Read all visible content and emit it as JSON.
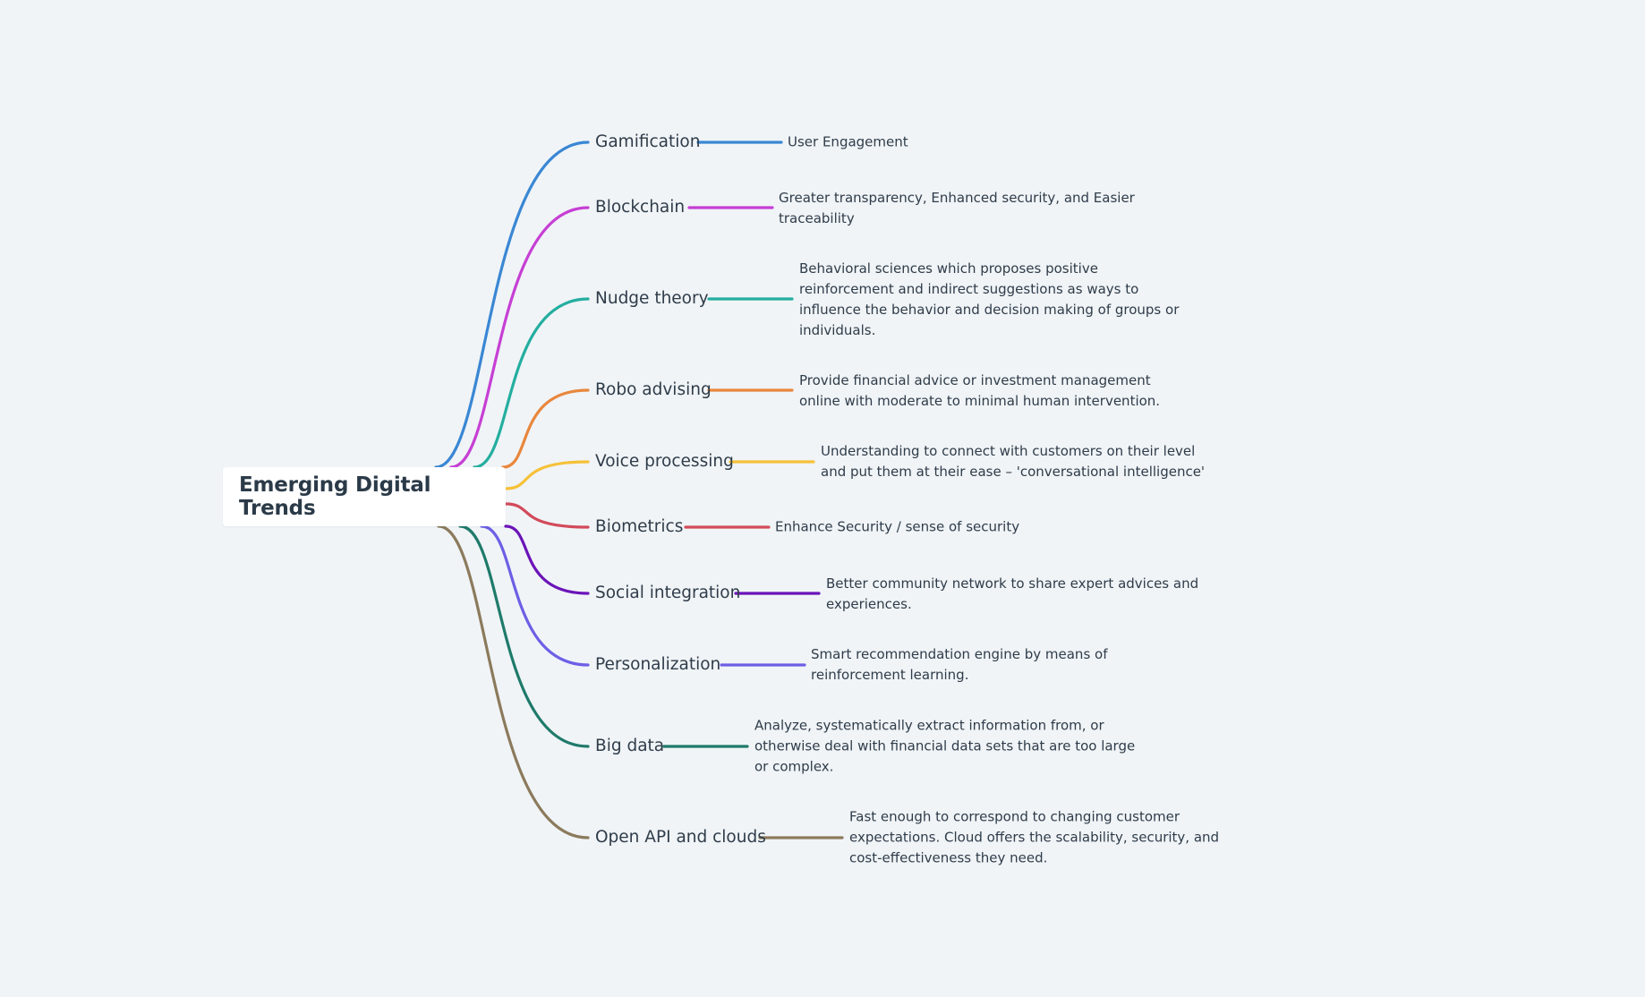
{
  "root": {
    "title": "Emerging Digital Trends"
  },
  "branches": [
    {
      "label": "Gamification",
      "color": "#3a87d4",
      "detail": "User Engagement"
    },
    {
      "label": "Blockchain",
      "color": "#c63fd4",
      "detail": "Greater transparency, Enhanced security, and Easier\ntraceability"
    },
    {
      "label": "Nudge theory",
      "color": "#24ae9f",
      "detail": "Behavioral sciences which proposes positive\nreinforcement and indirect suggestions as ways to\ninfluence the behavior and decision making of groups or\nindividuals."
    },
    {
      "label": "Robo advising",
      "color": "#e8873d",
      "detail": "Provide financial advice or investment management\nonline with moderate to minimal human intervention."
    },
    {
      "label": "Voice processing",
      "color": "#f6c138",
      "detail": "Understanding to connect with customers on their level\nand put them at their ease – 'conversational intelligence'"
    },
    {
      "label": "Biometrics",
      "color": "#d24a5a",
      "detail": "Enhance Security / sense of security"
    },
    {
      "label": "Social integration",
      "color": "#6b14b8",
      "detail": "Better community network to share expert advices and\nexperiences."
    },
    {
      "label": "Personalization",
      "color": "#6d5fe6",
      "detail": "Smart recommendation engine by means of\nreinforcement learning."
    },
    {
      "label": "Big data",
      "color": "#1f7a6a",
      "detail": "Analyze, systematically extract information from, or\notherwise deal with financial data sets that are too large\nor complex."
    },
    {
      "label": "Open API and clouds",
      "color": "#8b7a5c",
      "detail": "Fast enough to correspond to changing customer\nexpectations. Cloud offers the scalability, security, and\ncost-effectiveness they need."
    }
  ]
}
